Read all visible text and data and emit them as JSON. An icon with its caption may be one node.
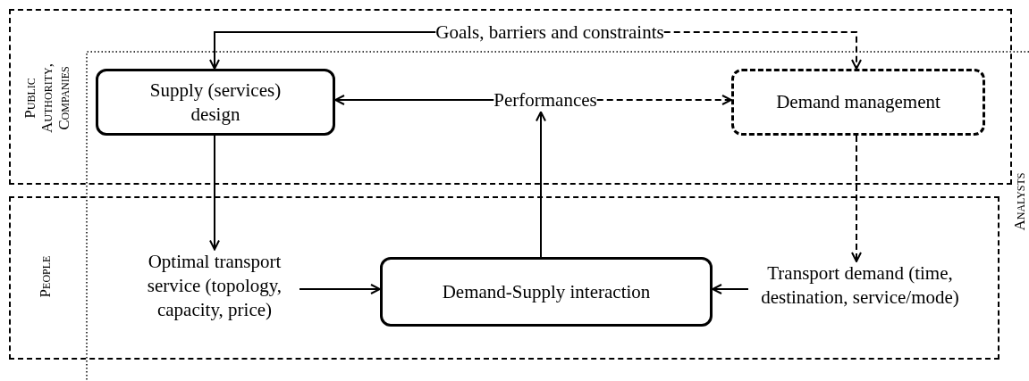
{
  "diagram": {
    "nodes": [
      {
        "text": [
          "Public Authority, Companies"
        ]
      },
      {
        "text": [
          "People"
        ]
      },
      {
        "text": [
          "Goals, barriers and constraints"
        ],
        "in": 0
      },
      {
        "text": [
          "Supply (services) design"
        ],
        "in": 0
      },
      {
        "text": [
          "Performances"
        ],
        "in": 0
      },
      {
        "text": [
          "Demand management"
        ],
        "in": 0
      },
      {
        "text": [
          "Optimal transport service (topology, capacity, price)"
        ],
        "in": 1
      },
      {
        "text": [
          "Demand-Supply interaction"
        ],
        "in": 1
      },
      {
        "text": [
          "Transport demand (time, destination, service/mode)"
        ],
        "in": 1
      }
    ],
    "edges": [
      {
        "from": 2,
        "to": 3,
        "arrow": "to"
      },
      {
        "from": 2,
        "to": 5,
        "arrow": "to",
        "style": "dashed"
      },
      {
        "from": 4,
        "to": 3,
        "arrow": "to"
      },
      {
        "from": 4,
        "to": 5,
        "arrow": "to",
        "style": "dashed"
      },
      {
        "from": 3,
        "to": 6,
        "arrow": "to"
      },
      {
        "from": 5,
        "to": 8,
        "arrow": "to",
        "style": "dashed"
      },
      {
        "from": 6,
        "to": 7,
        "arrow": "to"
      },
      {
        "from": 8,
        "to": 7,
        "arrow": "to"
      },
      {
        "from": 7,
        "to": 4,
        "arrow": "to"
      }
    ],
    "labels": [
      "Analysts"
    ]
  }
}
